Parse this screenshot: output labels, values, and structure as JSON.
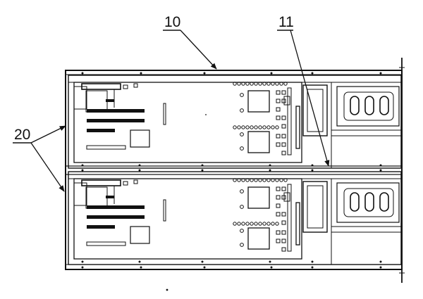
{
  "labels": {
    "chassis": "10",
    "rail": "11",
    "board_module": "20"
  }
}
